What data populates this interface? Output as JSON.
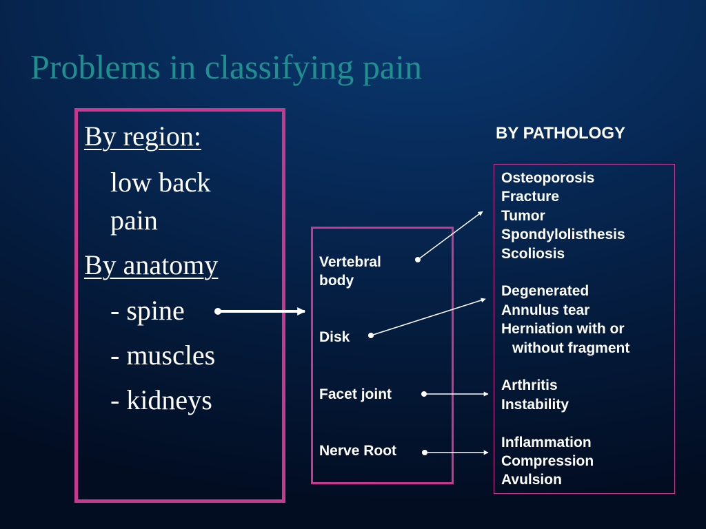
{
  "title": "Problems in classifying pain",
  "left": {
    "region_label": "By region:",
    "region_item_line1": "low back",
    "region_item_line2": "pain",
    "anatomy_label": "By anatomy",
    "anatomy_items": [
      "- spine",
      "- muscles",
      "- kidneys"
    ]
  },
  "middle": {
    "vertebral_line1": "Vertebral",
    "vertebral_line2": "body",
    "disk": "Disk",
    "facet": "Facet joint",
    "nerve": "Nerve Root"
  },
  "right": {
    "heading": "BY PATHOLOGY",
    "items": [
      "Osteoporosis",
      "Fracture",
      "Tumor",
      "Spondylolisthesis",
      "Scoliosis",
      "Degenerated",
      "Annulus tear",
      "Herniation with or",
      "without fragment",
      "Arthritis",
      "Instability",
      "Inflammation",
      "Compression",
      "Avulsion"
    ]
  },
  "colors": {
    "title": "#1f8f8f",
    "box_border": "#c8388e",
    "text": "#ffffff"
  }
}
